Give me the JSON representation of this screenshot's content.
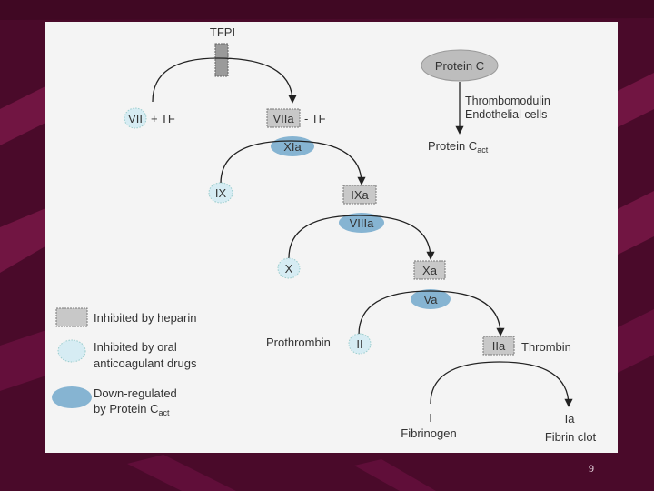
{
  "diagram": {
    "nodes": {
      "tfpi": "TFPI",
      "vii": "VII",
      "plus_tf": "+ TF",
      "viia": "VIIa",
      "dash_tf": "- TF",
      "xia": "XIa",
      "ix": "IX",
      "ixa": "IXa",
      "viiia": "VIIIa",
      "x": "X",
      "xa": "Xa",
      "va": "Va",
      "prothrombin": "Prothrombin",
      "ii": "II",
      "iia": "IIa",
      "thrombin": "Thrombin",
      "i": "I",
      "fibrinogen": "Fibrinogen",
      "ia": "Ia",
      "fibrin_clot": "Fibrin clot",
      "protein_c": "Protein C",
      "thrombomodulin": "Thrombomodulin",
      "endothelial": "Endothelial cells",
      "protein_c_act_main": "Protein C",
      "protein_c_act_sub": "act"
    },
    "legend": {
      "heparin": "Inhibited by heparin",
      "oral_line1": "Inhibited by oral",
      "oral_line2": "anticoagulant drugs",
      "down_line1": "Down-regulated",
      "down_line2_main": "by Protein C",
      "down_line2_sub": "act"
    },
    "colors": {
      "heparin_fill": "#c8c8c8",
      "oral_fill": "#d6ecf3",
      "down_fill": "#86b4d2",
      "protein_c_fill": "#bdbdbd"
    }
  },
  "slide": {
    "number": "9"
  }
}
